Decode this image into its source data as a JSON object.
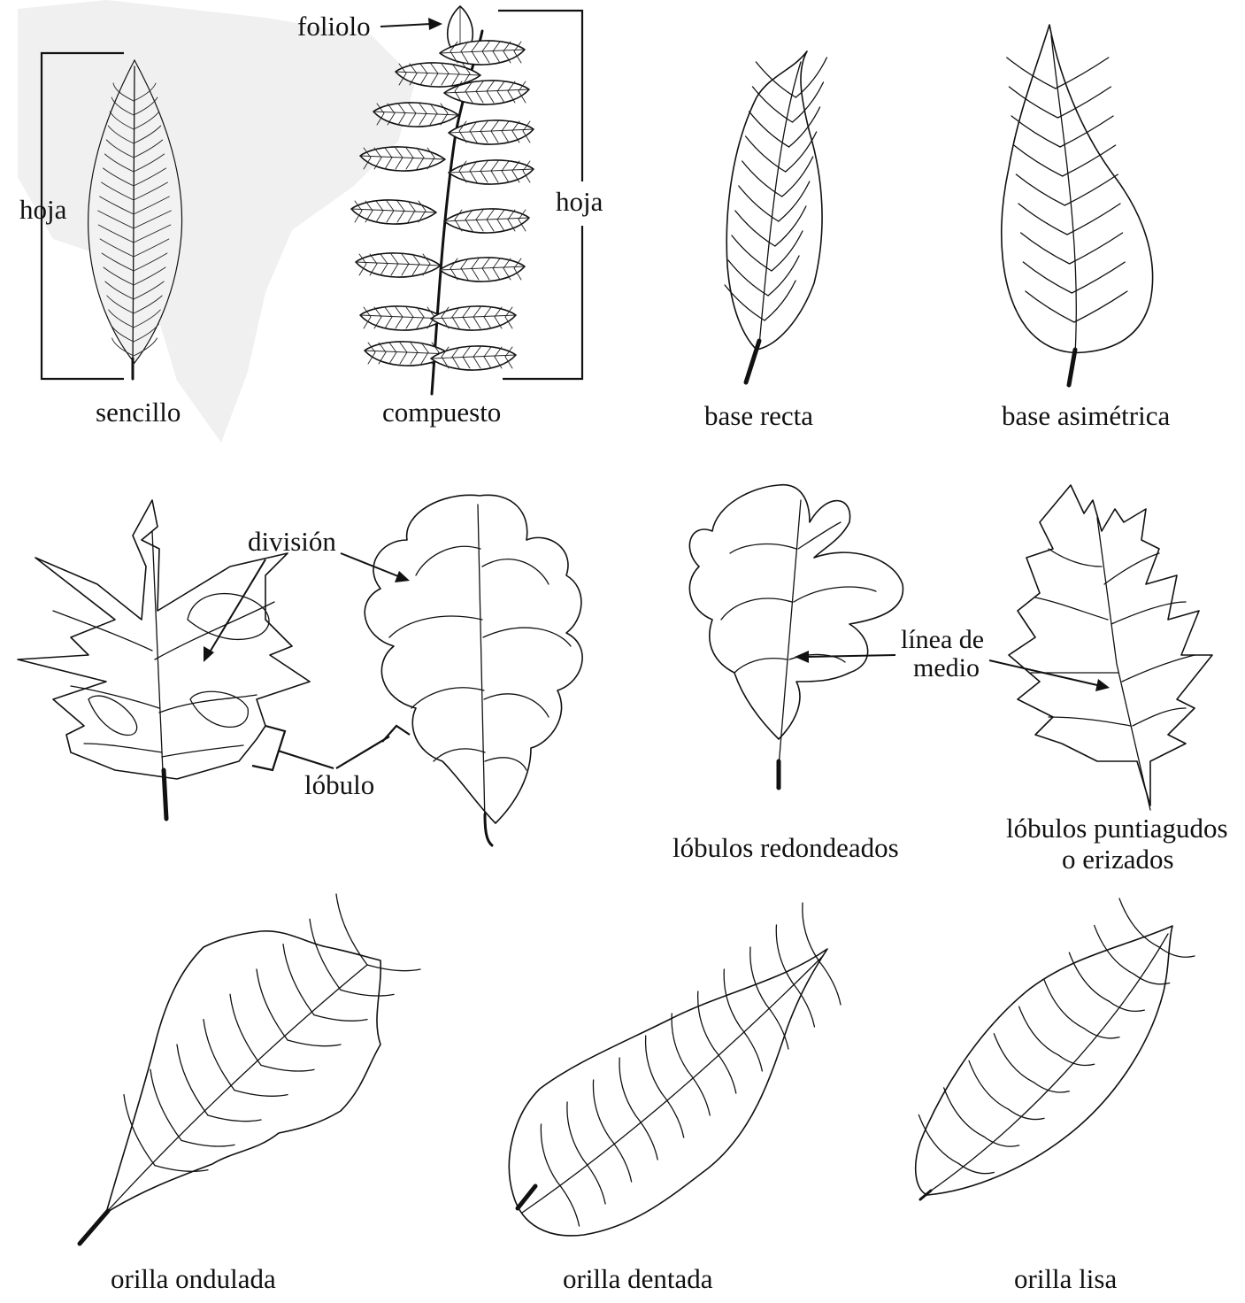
{
  "labels": {
    "hoja_left": "hoja",
    "sencillo": "sencillo",
    "foliolo": "foliolo",
    "hoja_right": "hoja",
    "compuesto": "compuesto",
    "base_recta": "base recta",
    "base_asimetrica": "base asimétrica",
    "division": "división",
    "lobulo": "lóbulo",
    "linea_de_1": "línea de",
    "linea_de_2": "medio",
    "lobulos_redondeados": "lóbulos redondeados",
    "lobulos_puntiagudos_1": "lóbulos puntiagudos",
    "lobulos_puntiagudos_2": "o erizados",
    "orilla_ondulada": "orilla ondulada",
    "orilla_dentada": "orilla dentada",
    "orilla_lisa": "orilla lisa"
  }
}
